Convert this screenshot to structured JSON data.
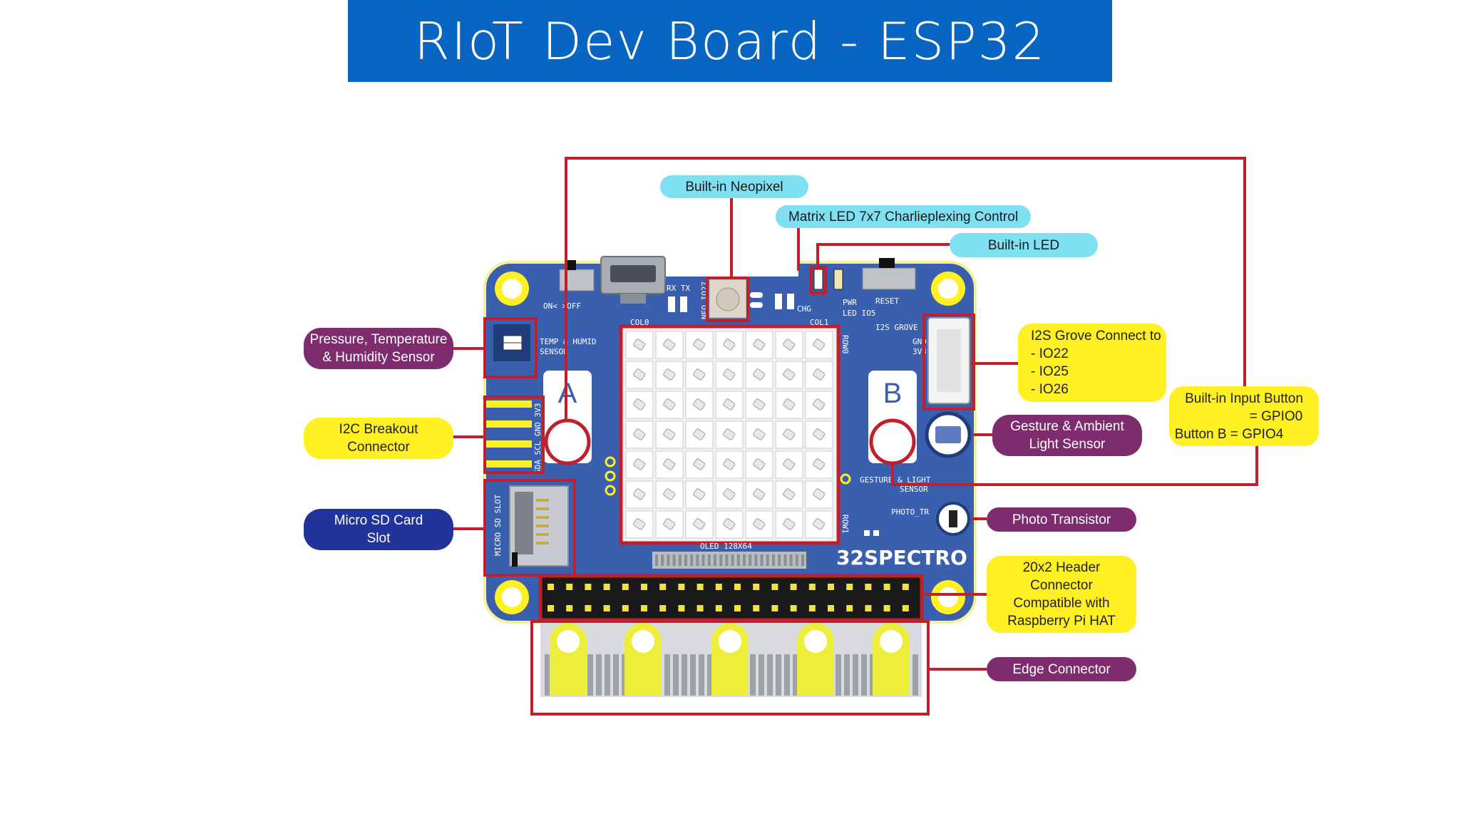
{
  "title": "RIoT Dev Board - ESP32",
  "board": {
    "brand": "32SPECTRO",
    "button_a": "A",
    "button_b": "B",
    "silkscreen": {
      "switch": "ON< >OFF",
      "rx_tx": "RX TX",
      "neo": "NEO IO27",
      "chg": "CHG",
      "pwr": "PWR",
      "led_io5": "LED IO5",
      "reset": "RESET",
      "col0": "COL0",
      "col1": "COL1",
      "row0": "ROW0",
      "row1": "ROW1",
      "temp_humid": "TEMP & HUMID",
      "sensor": "SENSOR",
      "i2s_grove": "I2S GROVE",
      "gnd": "GND",
      "v3": "3V3",
      "i2c_pins": "SDA SCL GND 3V3",
      "gesture": "GESTURE & LIGHT",
      "gesture_sensor": "SENSOR",
      "photo": "PHOTO_TR",
      "micro_sd": "MICRO SD SLOT",
      "oled": "OLED 128X64"
    }
  },
  "labels": {
    "neopixel": "Built-in Neopixel",
    "matrix": "Matrix LED 7x7 Charlieplexing Control",
    "builtin_led": "Built-in LED",
    "pressure": [
      "Pressure, Temperature",
      "& Humidity Sensor"
    ],
    "i2c": [
      "I2C Breakout",
      "Connector"
    ],
    "microsd": [
      "Micro SD Card",
      "Slot"
    ],
    "i2s": [
      "I2S Grove Connect to",
      "- IO22",
      "- IO25",
      "- IO26"
    ],
    "input_button": [
      "Built-in Input Button",
      "= GPIO0",
      "Button B = GPIO4"
    ],
    "gesture": [
      "Gesture & Ambient",
      "Light Sensor"
    ],
    "photo": "Photo Transistor",
    "header": [
      "20x2 Header",
      "Connector",
      "Compatible with",
      "Raspberry Pi HAT"
    ],
    "edge": "Edge Connector"
  },
  "colors": {
    "title_bg": "#0866c2",
    "board": "#3a5fae",
    "callout_line": "#c0202c",
    "purple_label": "#7e2c6e",
    "yellow_label": "#fff023",
    "navy_label": "#22339a",
    "cyan_label": "#7fe0f2"
  }
}
